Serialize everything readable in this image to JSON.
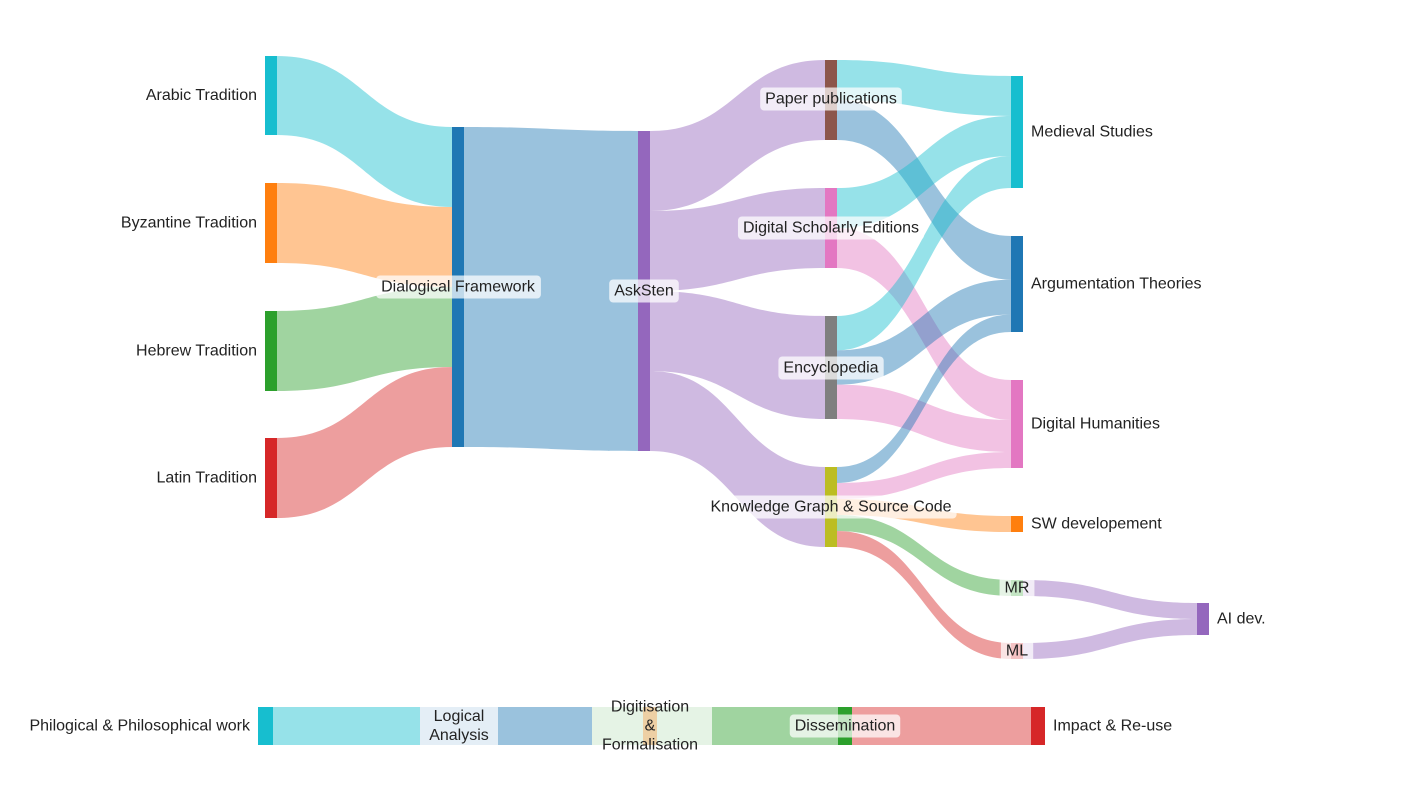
{
  "chart_data": {
    "type": "sankey",
    "title": "",
    "nodes": [
      {
        "id": "arabic",
        "label": "Arabic Tradition",
        "color": "#17becf",
        "column": 0,
        "label_side": "left"
      },
      {
        "id": "byzantine",
        "label": "Byzantine Tradition",
        "color": "#ff7f0e",
        "column": 0,
        "label_side": "left"
      },
      {
        "id": "hebrew",
        "label": "Hebrew Tradition",
        "color": "#2ca02c",
        "column": 0,
        "label_side": "left"
      },
      {
        "id": "latin",
        "label": "Latin Tradition",
        "color": "#d62728",
        "column": 0,
        "label_side": "left"
      },
      {
        "id": "dialogical",
        "label": "Dialogical Framework",
        "color": "#1f77b4",
        "column": 1,
        "label_side": "center"
      },
      {
        "id": "asksten",
        "label": "AskSten",
        "color": "#9467bd",
        "column": 2,
        "label_side": "center"
      },
      {
        "id": "paper",
        "label": "Paper publications",
        "color": "#8c564b",
        "column": 3,
        "label_side": "center"
      },
      {
        "id": "dse",
        "label": "Digital Scholarly Editions",
        "color": "#e377c2",
        "column": 3,
        "label_side": "center"
      },
      {
        "id": "encyclopedia",
        "label": "Encyclopedia",
        "color": "#7f7f7f",
        "column": 3,
        "label_side": "center"
      },
      {
        "id": "kg",
        "label": "Knowledge Graph & Source Code",
        "color": "#bcbd22",
        "column": 3,
        "label_side": "center"
      },
      {
        "id": "medieval",
        "label": "Medieval Studies",
        "color": "#17becf",
        "column": 4,
        "label_side": "right"
      },
      {
        "id": "argumentation",
        "label": "Argumentation Theories",
        "color": "#1f77b4",
        "column": 4,
        "label_side": "right"
      },
      {
        "id": "dh",
        "label": "Digital Humanities",
        "color": "#e377c2",
        "column": 4,
        "label_side": "right"
      },
      {
        "id": "sw",
        "label": "SW developement",
        "color": "#ff7f0e",
        "column": 4,
        "label_side": "right"
      },
      {
        "id": "mr",
        "label": "MR",
        "color": "#2ca02c",
        "column": 4,
        "label_side": "center"
      },
      {
        "id": "ml",
        "label": "ML",
        "color": "#d62728",
        "column": 4,
        "label_side": "center"
      },
      {
        "id": "aidev",
        "label": "AI dev.",
        "color": "#9467bd",
        "column": 5,
        "label_side": "right"
      }
    ],
    "links": [
      {
        "source": "arabic",
        "target": "dialogical",
        "value": 5,
        "color": "#17becf"
      },
      {
        "source": "byzantine",
        "target": "dialogical",
        "value": 5,
        "color": "#ff7f0e"
      },
      {
        "source": "hebrew",
        "target": "dialogical",
        "value": 5,
        "color": "#2ca02c"
      },
      {
        "source": "latin",
        "target": "dialogical",
        "value": 5,
        "color": "#d62728"
      },
      {
        "source": "dialogical",
        "target": "asksten",
        "value": 20,
        "color": "#1f77b4"
      },
      {
        "source": "asksten",
        "target": "paper",
        "value": 5,
        "color": "#9467bd"
      },
      {
        "source": "asksten",
        "target": "dse",
        "value": 5,
        "color": "#9467bd"
      },
      {
        "source": "asksten",
        "target": "encyclopedia",
        "value": 5,
        "color": "#9467bd"
      },
      {
        "source": "asksten",
        "target": "kg",
        "value": 5,
        "color": "#9467bd"
      },
      {
        "source": "paper",
        "target": "medieval",
        "value": 2.5,
        "color": "#17becf"
      },
      {
        "source": "paper",
        "target": "argumentation",
        "value": 2.5,
        "color": "#1f77b4"
      },
      {
        "source": "dse",
        "target": "medieval",
        "value": 2.5,
        "color": "#17becf"
      },
      {
        "source": "dse",
        "target": "dh",
        "value": 2.5,
        "color": "#e377c2"
      },
      {
        "source": "encyclopedia",
        "target": "medieval",
        "value": 2,
        "color": "#17becf"
      },
      {
        "source": "encyclopedia",
        "target": "argumentation",
        "value": 2,
        "color": "#1f77b4"
      },
      {
        "source": "encyclopedia",
        "target": "dh",
        "value": 2,
        "color": "#e377c2"
      },
      {
        "source": "kg",
        "target": "argumentation",
        "value": 1,
        "color": "#1f77b4"
      },
      {
        "source": "kg",
        "target": "dh",
        "value": 1,
        "color": "#e377c2"
      },
      {
        "source": "kg",
        "target": "sw",
        "value": 1,
        "color": "#ff7f0e"
      },
      {
        "source": "kg",
        "target": "mr",
        "value": 1,
        "color": "#2ca02c"
      },
      {
        "source": "kg",
        "target": "ml",
        "value": 1,
        "color": "#d62728"
      },
      {
        "source": "mr",
        "target": "aidev",
        "value": 1,
        "color": "#9467bd"
      },
      {
        "source": "ml",
        "target": "aidev",
        "value": 1,
        "color": "#9467bd"
      }
    ],
    "legend_pipeline": {
      "start_label": "Philogical & Philosophical work",
      "end_label": "Impact & Re-use",
      "stages": [
        {
          "label": "Logical\nAnalysis",
          "color": "#17becf"
        },
        {
          "label": "Digitisation\n&\nFormalisation",
          "color": "#1f77b4"
        },
        {
          "label": "Dissemination",
          "color": "#2ca02c"
        },
        {
          "label": "",
          "color": "#d62728"
        }
      ]
    }
  }
}
